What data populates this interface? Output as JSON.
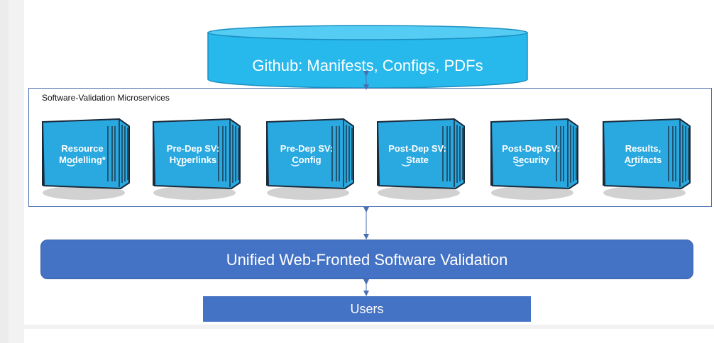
{
  "github": {
    "label": "Github: Manifests, Configs, PDFs"
  },
  "microservices": {
    "title": "Software-Validation Microservices",
    "items": [
      {
        "label": "Resource Modelling*"
      },
      {
        "label": "Pre-Dep SV: Hyperlinks"
      },
      {
        "label": "Pre-Dep SV: Config"
      },
      {
        "label": "Post-Dep SV: State"
      },
      {
        "label": "Post-Dep SV: Security"
      },
      {
        "label": "Results, Artifacts"
      }
    ]
  },
  "unified": {
    "label": "Unified Web-Fronted Software Validation"
  },
  "users": {
    "label": "Users"
  },
  "colors": {
    "cylinder": "#27b8ec",
    "container": "#2aa8e0",
    "bar": "#4472c4",
    "frame_border": "#4a6fb0",
    "arrow": "#4a6fb0"
  }
}
